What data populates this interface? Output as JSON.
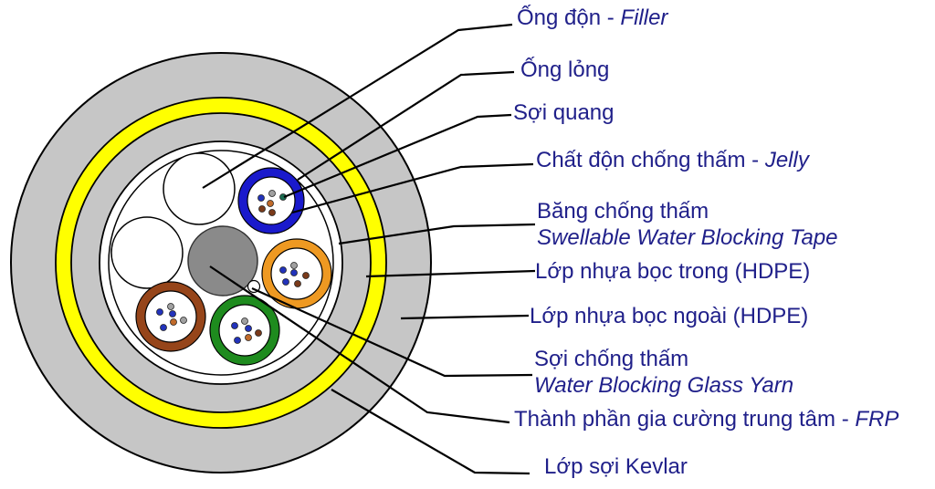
{
  "diagram_title": "Fiber optic cable cross-section",
  "colors": {
    "text_navy": "#20208A",
    "leader_black": "#000000",
    "jacket_gray": "#C6C6C6",
    "kevlar_yellow": "#FFFF00",
    "tape_white": "#FFFFFF",
    "core_white": "#FFFFFF",
    "frp_gray": "#8A8A8A",
    "tube_blue": "#1A1ACC",
    "tube_orange": "#EE9922",
    "tube_green": "#1E8B1E",
    "tube_brown": "#96451A",
    "filler_white": "#FFFFFF"
  },
  "fiberColors": {
    "blue": "#2233BB",
    "gray": "#A0A0A0",
    "green": "#1A6B50",
    "orange": "#C06A2A",
    "brown": "#7A3A1A"
  },
  "labels": {
    "filler": {
      "main": "Ống độn - ",
      "em": "Filler"
    },
    "loose_tube": {
      "main": "Ống lỏng"
    },
    "optical_fiber": {
      "main": "Sợi quang"
    },
    "jelly": {
      "main": "Chất độn chống thấm - ",
      "em": "Jelly"
    },
    "tape": {
      "line1": "Băng chống thấm",
      "line2_em": "Swellable Water Blocking Tape"
    },
    "inner_jacket": {
      "main": "Lớp nhựa bọc trong (HDPE)"
    },
    "outer_jacket": {
      "main": "Lớp nhựa bọc ngoài (HDPE)"
    },
    "glass_yarn": {
      "line1": "Sợi chống thấm",
      "line2_em": "Water Blocking Glass Yarn"
    },
    "frp": {
      "main": "Thành phần gia cường trung tâm - ",
      "em": "FRP"
    },
    "kevlar": {
      "main": "Lớp sợi Kevlar"
    }
  }
}
